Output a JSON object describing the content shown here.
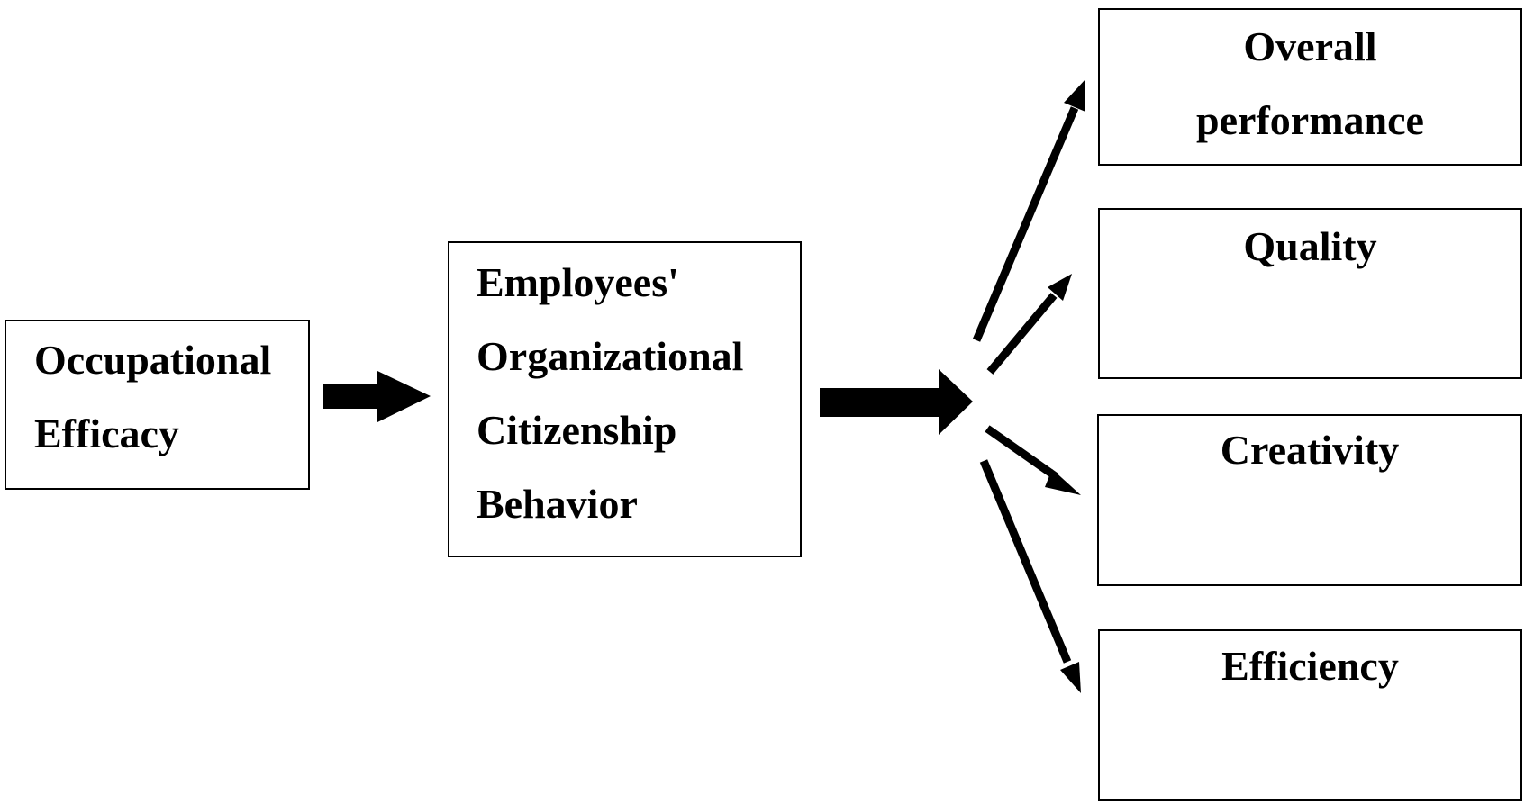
{
  "diagram": {
    "occupational_efficacy": {
      "lines": [
        "Occupational",
        "Efficacy"
      ]
    },
    "ocb": {
      "lines": [
        "Employees'",
        "Organizational",
        "Citizenship",
        "Behavior"
      ]
    },
    "outcomes": {
      "overall_performance": {
        "lines": [
          "Overall",
          "performance"
        ]
      },
      "quality": {
        "lines": [
          "Quality"
        ]
      },
      "creativity": {
        "lines": [
          "Creativity"
        ]
      },
      "efficiency": {
        "lines": [
          "Efficiency"
        ]
      }
    },
    "colors": {
      "stroke": "#000000",
      "background": "#ffffff"
    }
  }
}
